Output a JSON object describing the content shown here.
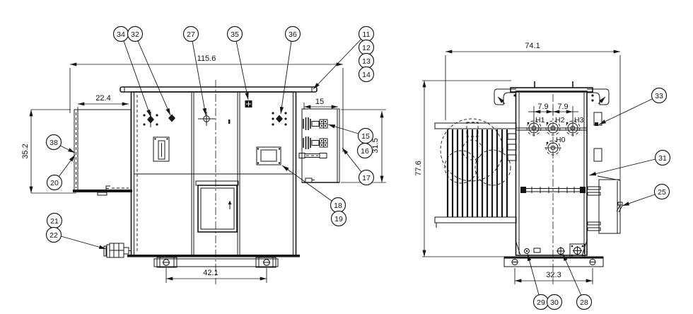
{
  "palette": {
    "background": "#ffffff",
    "line": "#161616"
  },
  "front_view": {
    "dims": {
      "overall_width": "115.6",
      "left_radiator_width": "22.4",
      "left_radiator_height": "35.2",
      "hv_box_width": "15",
      "hv_box_height": "31.5",
      "base_hole_pitch": "42.1"
    },
    "balloons": [
      "34",
      "32",
      "27",
      "35",
      "36",
      "11",
      "12",
      "13",
      "14",
      "38",
      "20",
      "21",
      "22",
      "15",
      "16",
      "17",
      "18",
      "19"
    ]
  },
  "side_view": {
    "dims": {
      "overall_depth": "74.1",
      "overall_height": "77.6",
      "bushing_pitch_left": "7.9",
      "bushing_pitch_right": "7.9",
      "base_hole_pitch": "32.3"
    },
    "terminals": [
      "H1",
      "H2",
      "H3",
      "H0"
    ],
    "balloons": [
      "33",
      "31",
      "25",
      "29",
      "30",
      "28"
    ]
  }
}
